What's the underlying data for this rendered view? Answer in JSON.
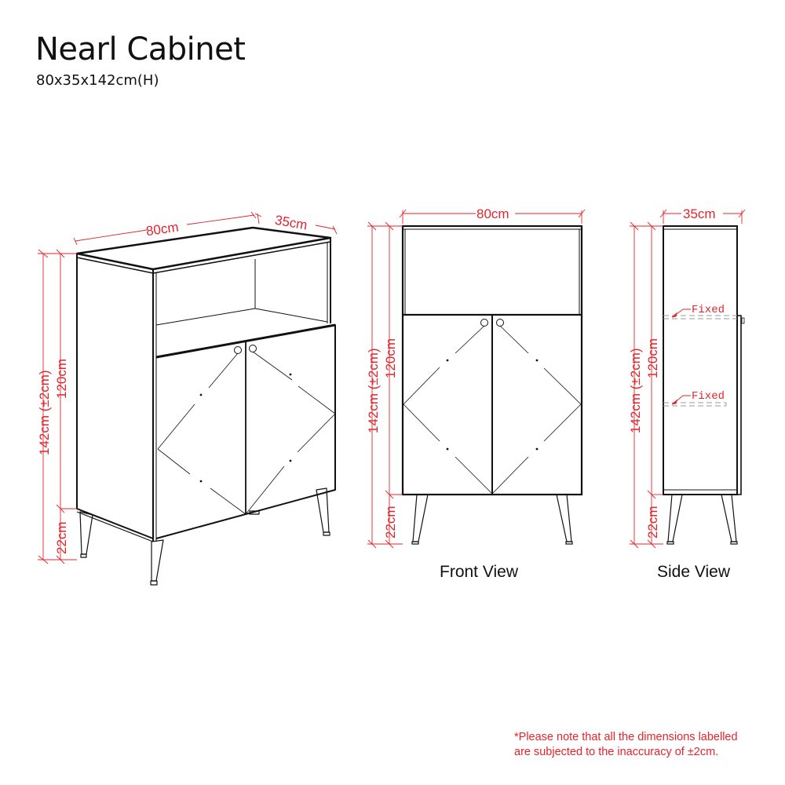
{
  "header": {
    "title": "Nearl Cabinet",
    "subtitle": "80x35x142cm(H)"
  },
  "colors": {
    "dimension_red": "#e0262d",
    "line_black": "#111111",
    "shelf_gray": "#9a9a9a"
  },
  "views": {
    "isometric": {
      "width_label": "80cm",
      "depth_label": "35cm",
      "total_height_label": "142cm (±2cm)",
      "body_height_label": "120cm",
      "leg_height_label": "22cm"
    },
    "front": {
      "caption": "Front View",
      "width_label": "80cm",
      "total_height_label": "142cm (±2cm)",
      "body_height_label": "120cm",
      "leg_height_label": "22cm"
    },
    "side": {
      "caption": "Side View",
      "depth_label": "35cm",
      "total_height_label": "142cm (±2cm)",
      "body_height_label": "120cm",
      "leg_height_label": "22cm",
      "shelf_labels": [
        "Fixed",
        "Fixed"
      ]
    }
  },
  "footnote": {
    "line1": "*Please note that all the dimensions labelled",
    "line2": "are subjected to the inaccuracy of ±2cm."
  }
}
